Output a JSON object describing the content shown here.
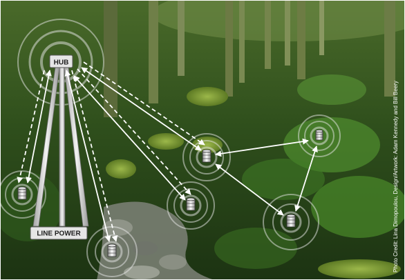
{
  "diagram": {
    "hub_label": "HUB",
    "power_label": "LINE POWER",
    "credit": "Photo Credit: Lina Dimopoulou, Design/Artwork: Adam Kennedy and Bill Beery"
  },
  "nodes": [
    {
      "id": "left-node"
    },
    {
      "id": "bottom-node"
    },
    {
      "id": "middle-node"
    },
    {
      "id": "center-node"
    },
    {
      "id": "right-node"
    },
    {
      "id": "lower-right-node"
    }
  ],
  "links": [
    {
      "from": "hub",
      "to": "left-node",
      "style": "solid-and-dashed"
    },
    {
      "from": "hub",
      "to": "bottom-node",
      "style": "solid-and-dashed"
    },
    {
      "from": "hub",
      "to": "middle-node",
      "style": "solid-and-dashed"
    },
    {
      "from": "hub",
      "to": "center-node",
      "style": "solid-and-dashed"
    },
    {
      "from": "center-node",
      "to": "right-node",
      "style": "solid"
    },
    {
      "from": "center-node",
      "to": "lower-right-node",
      "style": "solid"
    },
    {
      "from": "right-node",
      "to": "lower-right-node",
      "style": "solid"
    }
  ],
  "colors": {
    "forest_dark": "#1d3a14",
    "moss": "#6f8f2c",
    "stream": "#7e8378",
    "arrow": "#ffffff",
    "tower": "#d9d9d9"
  }
}
